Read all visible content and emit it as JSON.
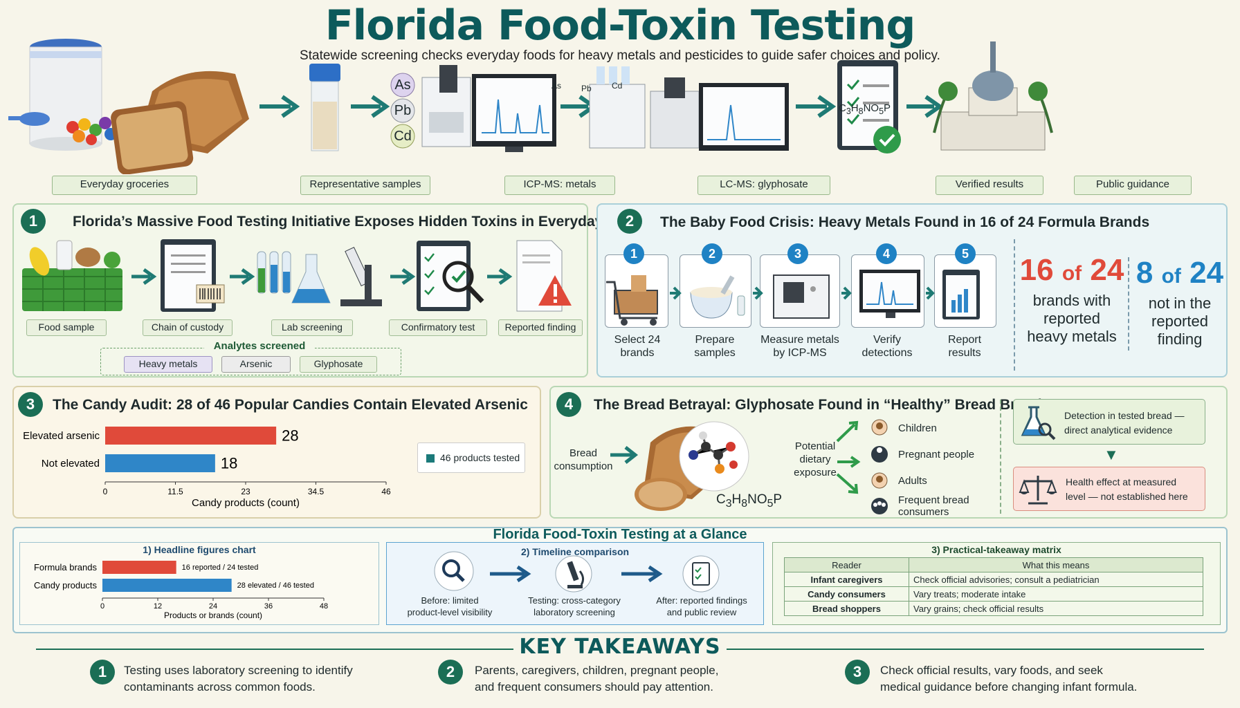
{
  "header": {
    "title": "Florida Food-Toxin Testing",
    "subtitle": "Statewide screening checks everyday foods for heavy metals and pesticides to guide safer choices and policy."
  },
  "flow": {
    "stages": [
      {
        "label": "Everyday groceries"
      },
      {
        "label": "Representative samples"
      },
      {
        "label": "ICP-MS: metals"
      },
      {
        "label": "LC-MS: glyphosate"
      },
      {
        "label": "Verified results"
      },
      {
        "label": "Public guidance"
      }
    ],
    "elements": [
      "As",
      "Pb",
      "Cd"
    ],
    "formula_html": "C<sub>3</sub>H<sub>8</sub>NO<sub>5</sub>P"
  },
  "panel1": {
    "number": "1",
    "title": "Florida’s Massive Food Testing Initiative Exposes Hidden Toxins in Everyday Groceries",
    "steps": [
      "Food sample",
      "Chain of custody",
      "Lab screening",
      "Confirmatory test",
      "Reported finding"
    ],
    "analytes_title": "Analytes screened",
    "analytes": [
      "Heavy metals",
      "Arsenic",
      "Glyphosate"
    ]
  },
  "panel2": {
    "number": "2",
    "title": "The Baby Food Crisis: Heavy Metals Found in 16 of 24 Formula Brands",
    "steps": [
      {
        "n": "1",
        "line1": "Select 24",
        "line2": "brands"
      },
      {
        "n": "2",
        "line1": "Prepare",
        "line2": "samples"
      },
      {
        "n": "3",
        "line1": "Measure metals",
        "line2": "by ICP-MS"
      },
      {
        "n": "4",
        "line1": "Verify",
        "line2": "detections"
      },
      {
        "n": "5",
        "line1": "Report",
        "line2": "results"
      }
    ],
    "stat1": {
      "value": "16",
      "of": "of",
      "total": "24",
      "l1": "brands with",
      "l2": "reported",
      "l3": "heavy metals",
      "color": "#e04a3a"
    },
    "stat2": {
      "value": "8",
      "of": "of",
      "total": "24",
      "l1": "not in the",
      "l2": "reported",
      "l3": "finding",
      "color": "#1f82c4"
    }
  },
  "panel3": {
    "number": "3",
    "title": "The Candy Audit: 28 of 46 Popular Candies Contain Elevated Arsenic",
    "legend": "46 products tested"
  },
  "panel4": {
    "number": "4",
    "title": "The Bread Betrayal: Glyphosate Found in “Healthy” Bread Brands",
    "consumption_l1": "Bread",
    "consumption_l2": "consumption",
    "exposure_l1": "Potential",
    "exposure_l2": "dietary",
    "exposure_l3": "exposure",
    "groups": [
      "Children",
      "Pregnant people",
      "Adults",
      "Frequent bread consumers"
    ],
    "evidence_l1": "Detection in tested bread —",
    "evidence_l2": "direct analytical evidence",
    "effect_l1": "Health effect at measured",
    "effect_l2": "level — not established here"
  },
  "glance": {
    "title": "Florida Food-Toxin Testing at a Glance",
    "chart_title": "1) Headline figures chart",
    "timeline_title": "2) Timeline comparison",
    "timeline": [
      {
        "l1": "Before: limited",
        "l2": "product-level visibility"
      },
      {
        "l1": "Testing: cross-category",
        "l2": "laboratory screening"
      },
      {
        "l1": "After: reported findings",
        "l2": "and public review"
      }
    ],
    "matrix_title": "3) Practical-takeaway matrix",
    "matrix_headers": [
      "Reader",
      "What this means"
    ],
    "matrix_rows": [
      {
        "reader": "Infant caregivers",
        "meaning": "Check official advisories; consult a pediatrician"
      },
      {
        "reader": "Candy consumers",
        "meaning": "Vary treats; moderate intake"
      },
      {
        "reader": "Bread shoppers",
        "meaning": "Vary grains; check official results"
      }
    ]
  },
  "takeaways": {
    "title": "KEY TAKEAWAYS",
    "items": [
      {
        "n": "1",
        "l1": "Testing uses laboratory screening to identify",
        "l2": "contaminants across common foods."
      },
      {
        "n": "2",
        "l1": "Parents, caregivers, children, pregnant people,",
        "l2": "and frequent consumers should pay attention."
      },
      {
        "n": "3",
        "l1": "Check official results, vary foods, and seek",
        "l2": "medical guidance before changing infant formula."
      }
    ]
  },
  "chart_data": [
    {
      "type": "bar",
      "orientation": "horizontal",
      "title": "",
      "categories": [
        "Elevated arsenic",
        "Not elevated"
      ],
      "values": [
        28,
        18
      ],
      "value_labels": [
        "28",
        "18"
      ],
      "colors": [
        "#e04a3a",
        "#2f86c8"
      ],
      "xlabel": "Candy products  (count)",
      "ylabel": "",
      "xlim": [
        0,
        46
      ],
      "xticks": [
        "0",
        "11.5",
        "23",
        "34.5",
        "46"
      ],
      "legend": "46 products tested",
      "legend_position": "right"
    },
    {
      "type": "bar",
      "orientation": "horizontal",
      "title": "1) Headline figures chart",
      "categories": [
        "Formula brands",
        "Candy products"
      ],
      "values": [
        16,
        28
      ],
      "value_labels": [
        "16 reported / 24 tested",
        "28 elevated / 46 tested"
      ],
      "colors": [
        "#e04a3a",
        "#2f86c8"
      ],
      "xlabel": "Products or brands (count)",
      "ylabel": "",
      "xlim": [
        0,
        48
      ],
      "xticks": [
        "0",
        "12",
        "24",
        "36",
        "48"
      ]
    }
  ]
}
